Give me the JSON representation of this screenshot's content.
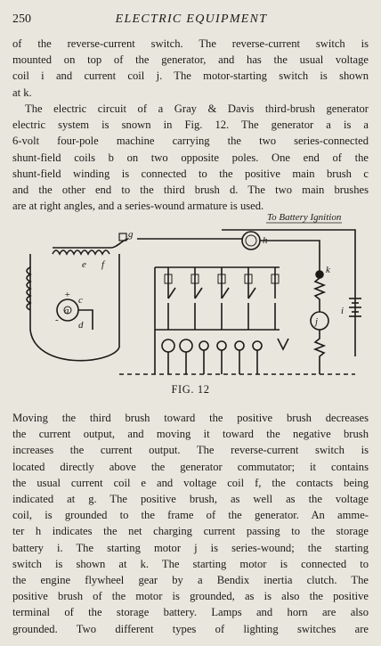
{
  "header": {
    "page_number": "250",
    "running_head": "ELECTRIC EQUIPMENT"
  },
  "paragraph1": [
    "of the reverse-current switch.  The reverse-current switch is",
    "mounted on top of the generator, and has the usual voltage",
    "coil i and current coil j.  The motor-starting switch is shown",
    "at k."
  ],
  "paragraph2": [
    "The electric circuit of a Gray & Davis third-brush generator",
    "electric system is snown in Fig. 12.  The generator a is a",
    "6-volt four-pole machine carrying the two series-connected",
    "shunt-field coils b on two opposite poles.  One end of the",
    "shunt-field winding is connected to the positive main brush c",
    "and the other end to the third brush d.  The two main brushes",
    "are at right angles, and a series-wound armature is used."
  ],
  "figure": {
    "caption": "FIG. 12",
    "label_battery": "To Battery Ignition",
    "labels": {
      "a": "a",
      "c": "c",
      "d": "d",
      "e": "e",
      "f": "f",
      "g": "g",
      "h": "h",
      "i": "i",
      "j": "j",
      "k": "k",
      "plus": "+",
      "minus": "-"
    }
  },
  "paragraph3": [
    "Moving the third brush toward the positive brush decreases",
    "the current output, and moving it toward the negative brush",
    "increases the current output.  The reverse-current switch is",
    "located directly above the generator commutator; it contains",
    "the usual current coil e and voltage coil f, the contacts being",
    "indicated at g.  The positive brush, as well as the voltage",
    "coil, is grounded to the frame of the generator.  An amme-",
    "ter h indicates the net charging current passing to the storage",
    "battery i.  The starting motor j is series-wound; the starting",
    "switch is shown at k.  The starting motor is connected to",
    "the engine flywheel gear by a Bendix inertia clutch.  The",
    "positive brush of the motor is grounded, as is also the positive",
    "terminal of the storage battery.  Lamps and horn are also",
    "grounded.  Two different types of lighting switches are"
  ]
}
